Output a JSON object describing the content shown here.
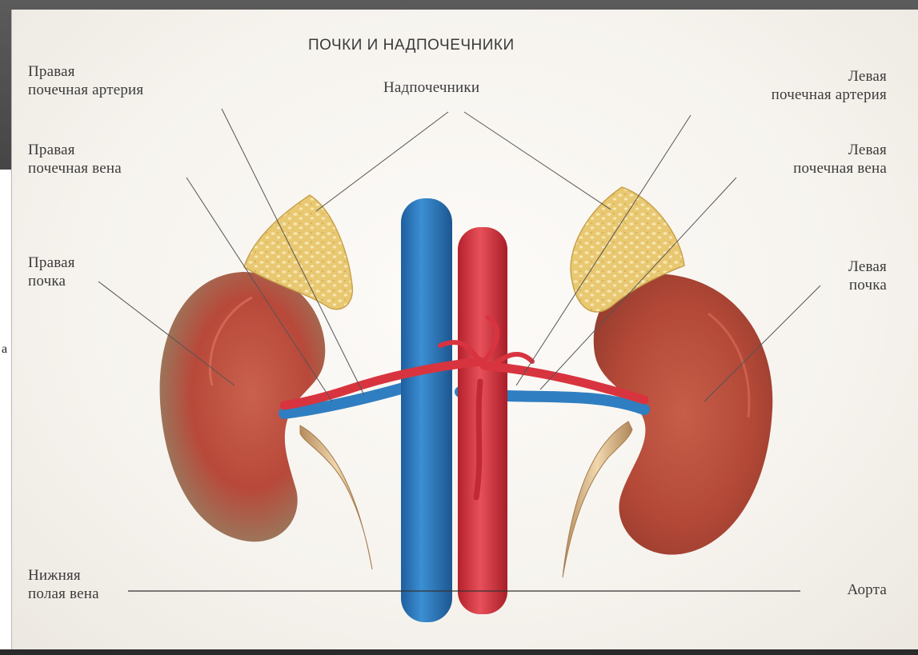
{
  "diagram": {
    "title": "ПОЧКИ И НАДПОЧЕЧНИКИ",
    "labels": {
      "right_renal_artery": "Правая\nпочечная артерия",
      "right_renal_vein": "Правая\nпочечная вена",
      "right_kidney": "Правая\nпочка",
      "adrenal_glands": "Надпочечники",
      "left_renal_artery": "Левая\nпочечная артерия",
      "left_renal_vein": "Левая\nпочечная вена",
      "left_kidney": "Левая\nпочка",
      "inferior_vena_cava": "Нижняя\nполая вена",
      "aorta": "Аорта"
    },
    "stray_text": "а"
  },
  "colors": {
    "kidney": "#b8493a",
    "adrenal": "#e8c670",
    "vena_cava": "#2f7ec1",
    "aorta": "#d8343f",
    "ureter": "#d9b68a",
    "leader_line": "#555555"
  }
}
